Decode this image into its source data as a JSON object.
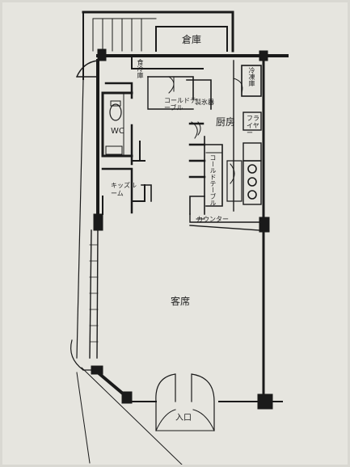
{
  "rooms": {
    "storage": "倉庫",
    "walk_in_cooler": "食冷庫",
    "cold_table_top": "コールドテーブル",
    "ice_maker": "製氷器",
    "freezer": "冷凍庫",
    "kitchen": "厨房",
    "fryer": "フライヤー",
    "wc": "WC",
    "cold_table_side": "コールドテーブル",
    "kids_room": "キッズルーム",
    "counter": "カウンター",
    "seating": "客席",
    "entrance": "入口"
  },
  "colors": {
    "paper": "#e6e5df",
    "ink": "#1a1a1a"
  }
}
